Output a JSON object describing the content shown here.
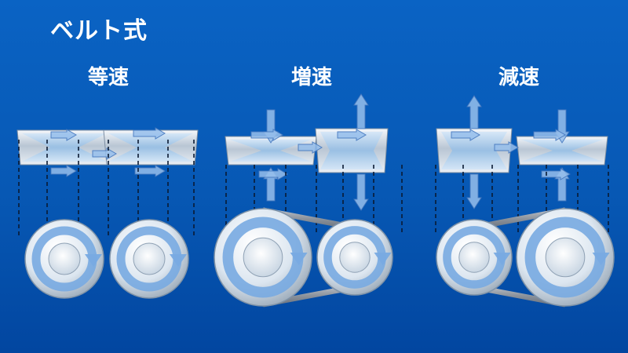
{
  "title": "ベルト式",
  "panels": [
    {
      "label": "等速",
      "mode": "equal"
    },
    {
      "label": "増速",
      "mode": "increase"
    },
    {
      "label": "減速",
      "mode": "decrease"
    }
  ]
}
